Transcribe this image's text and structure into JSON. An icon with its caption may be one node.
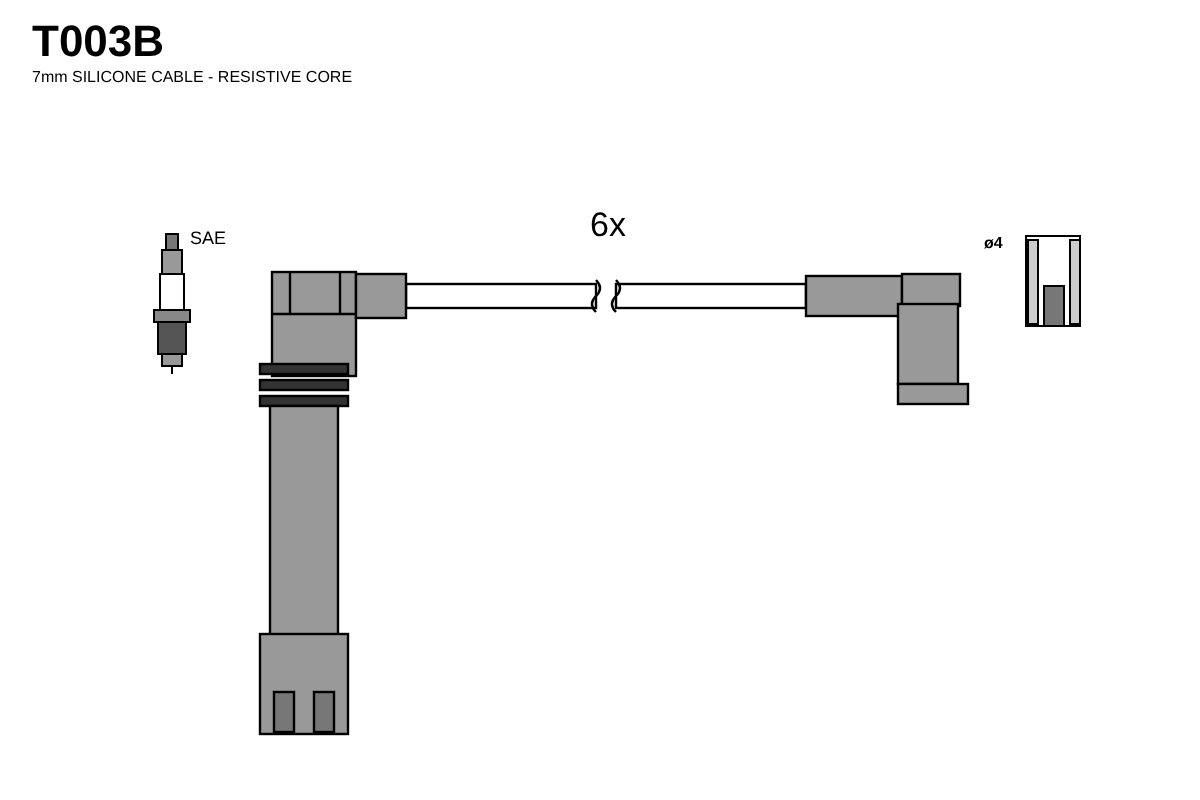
{
  "diagram": {
    "title": "T003B",
    "labels": [
      "7mm SILICONE CABLE - RESISTIVE CORE",
      "SAE",
      "6x",
      "ø4"
    ]
  }
}
